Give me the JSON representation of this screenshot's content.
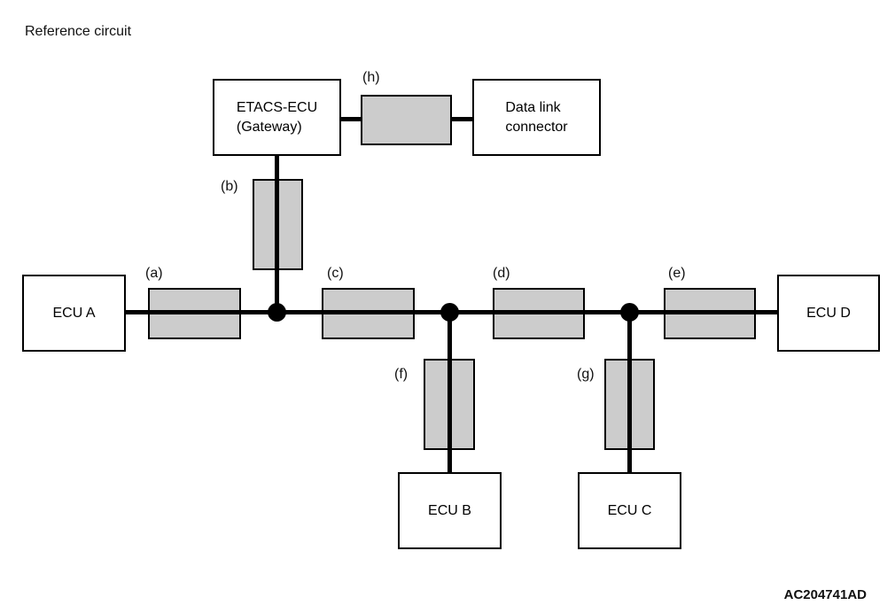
{
  "title": "Reference circuit",
  "watermark": "AC204741AD",
  "colors": {
    "background": "#ffffff",
    "line": "#000000",
    "segment_fill": "#cccccc",
    "node_fill": "#ffffff"
  },
  "nodes": {
    "etacs": {
      "line1": "ETACS-ECU",
      "line2": "(Gateway)"
    },
    "dlc": {
      "line1": "Data link",
      "line2": "connector"
    },
    "ecu_a": {
      "label": "ECU A"
    },
    "ecu_b": {
      "label": "ECU B"
    },
    "ecu_c": {
      "label": "ECU C"
    },
    "ecu_d": {
      "label": "ECU D"
    }
  },
  "segments": {
    "a": {
      "label": "(a)"
    },
    "b": {
      "label": "(b)"
    },
    "c": {
      "label": "(c)"
    },
    "d": {
      "label": "(d)"
    },
    "e": {
      "label": "(e)"
    },
    "f": {
      "label": "(f)"
    },
    "g": {
      "label": "(g)"
    },
    "h": {
      "label": "(h)"
    }
  },
  "connections": [
    {
      "segment": "(a)",
      "from": "ECU A",
      "to": "junction-1"
    },
    {
      "segment": "(b)",
      "from": "ETACS-ECU (Gateway)",
      "to": "junction-1"
    },
    {
      "segment": "(c)",
      "from": "junction-1",
      "to": "junction-2"
    },
    {
      "segment": "(d)",
      "from": "junction-2",
      "to": "junction-3"
    },
    {
      "segment": "(e)",
      "from": "junction-3",
      "to": "ECU D"
    },
    {
      "segment": "(f)",
      "from": "junction-2",
      "to": "ECU B"
    },
    {
      "segment": "(g)",
      "from": "junction-3",
      "to": "ECU C"
    },
    {
      "segment": "(h)",
      "from": "ETACS-ECU (Gateway)",
      "to": "Data link connector"
    }
  ]
}
